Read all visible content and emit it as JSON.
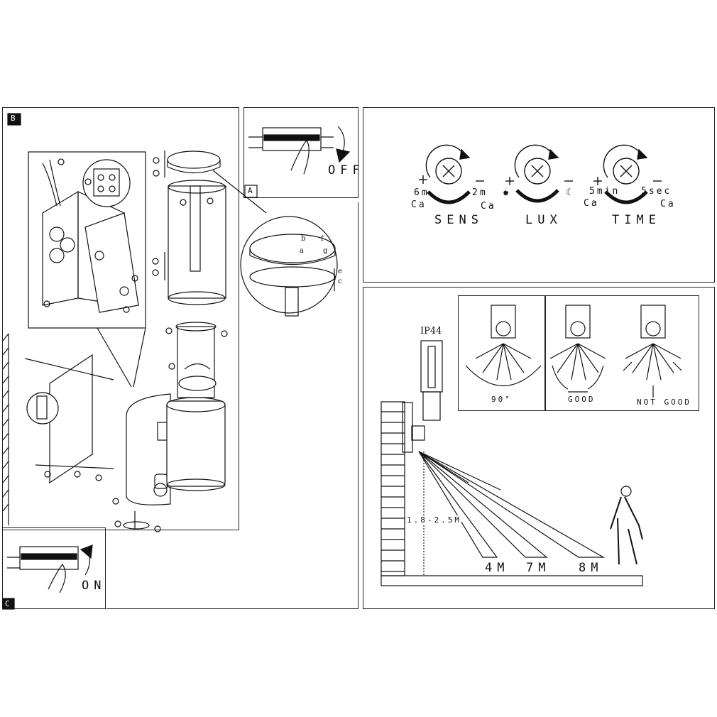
{
  "installation": {
    "step_markers": [
      "B",
      "A",
      "C"
    ],
    "switch_off_label": "OFF",
    "switch_on_label": "ON"
  },
  "settings": {
    "sens": {
      "title": "SENS",
      "min_value": "6m",
      "max_value": "2m",
      "unit_left": "Ca",
      "unit_right": "Ca"
    },
    "lux": {
      "title": "LUX",
      "icon_left": "sun-icon",
      "icon_right": "moon-icon"
    },
    "time": {
      "title": "TIME",
      "min_value": "5min",
      "max_value": "5sec",
      "unit_left": "Ca",
      "unit_right": "Ca"
    },
    "dial_icon": "adjustment-screw-icon"
  },
  "detection": {
    "ip_rating": "IP44",
    "angle_label": "90°",
    "good_label": "GOOD",
    "not_good_label": "NOT GOOD",
    "height_label": "1.8-2.5M",
    "distances": [
      "4M",
      "7M",
      "8M"
    ]
  }
}
